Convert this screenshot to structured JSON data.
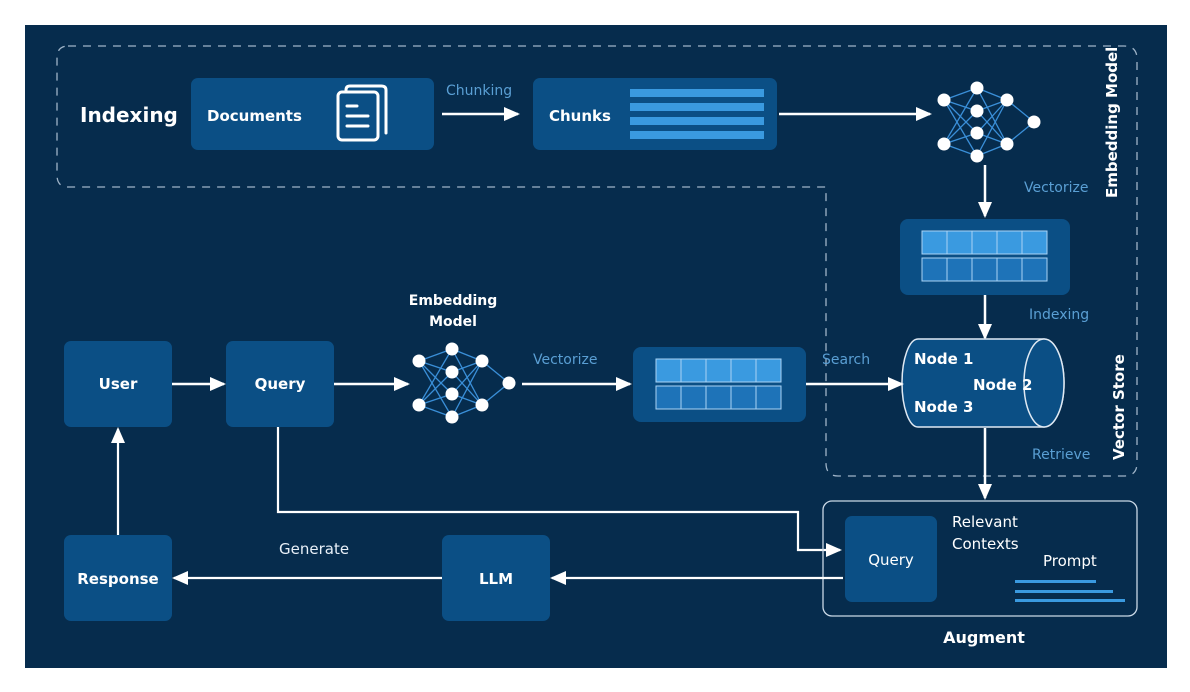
{
  "colors": {
    "background": "#062c4d",
    "box": "#0b4f85",
    "accent_light": "#3a9ae0",
    "accent_dark": "#1e73b8",
    "label_blue": "#5a9fd4",
    "line": "#ffffff"
  },
  "indexing_group": {
    "title": "Indexing",
    "documents_label": "Documents",
    "documents_icon": "documents-icon",
    "chunking_label": "Chunking",
    "chunks_label": "Chunks",
    "chunks_icon": "text-lines-icon",
    "embedding_model_label": "Embedding Model",
    "vectorize_label": "Vectorize"
  },
  "vector_store_group": {
    "title": "Vector Store",
    "indexing_label": "Indexing",
    "retrieve_label": "Retrieve",
    "nodes": [
      "Node 1",
      "Node 2",
      "Node 3"
    ]
  },
  "query_flow": {
    "user_label": "User",
    "query_label": "Query",
    "embedding_model_label": "Embedding\nModel",
    "embedding_model_line1": "Embedding",
    "embedding_model_line2": "Model",
    "vectorize_label": "Vectorize",
    "search_label": "Search"
  },
  "augment_group": {
    "title": "Augment",
    "query_label": "Query",
    "relevant_line1": "Relevant",
    "relevant_line2": "Contexts",
    "prompt_label": "Prompt"
  },
  "generation": {
    "llm_label": "LLM",
    "generate_label": "Generate",
    "response_label": "Response"
  }
}
